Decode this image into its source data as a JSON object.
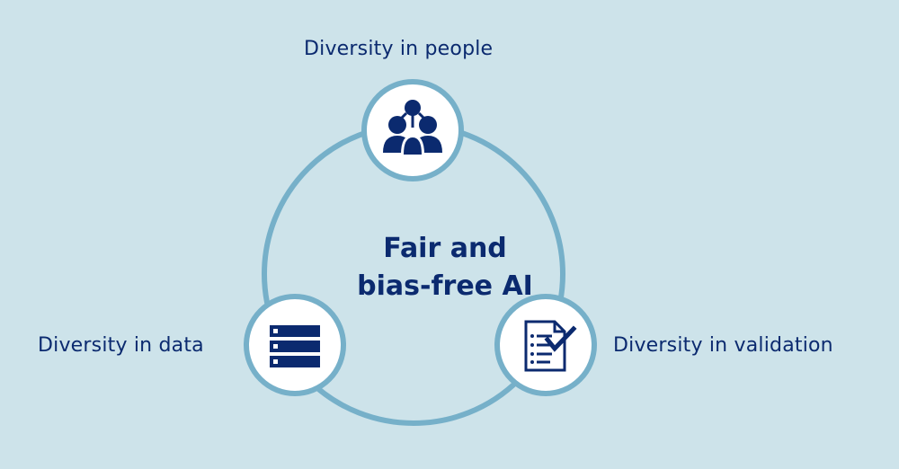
{
  "diagram": {
    "center_title_line1": "Fair and",
    "center_title_line2": "bias-free AI",
    "nodes": [
      {
        "label": "Diversity in people",
        "icon": "people-group-icon"
      },
      {
        "label": "Diversity in data",
        "icon": "database-server-icon"
      },
      {
        "label": "Diversity in validation",
        "icon": "checklist-document-icon"
      }
    ]
  },
  "colors": {
    "background": "#cde3ea",
    "ring": "#76b0c9",
    "node_fill": "#ffffff",
    "icon": "#0b2a6f",
    "text": "#0b2a6f"
  }
}
